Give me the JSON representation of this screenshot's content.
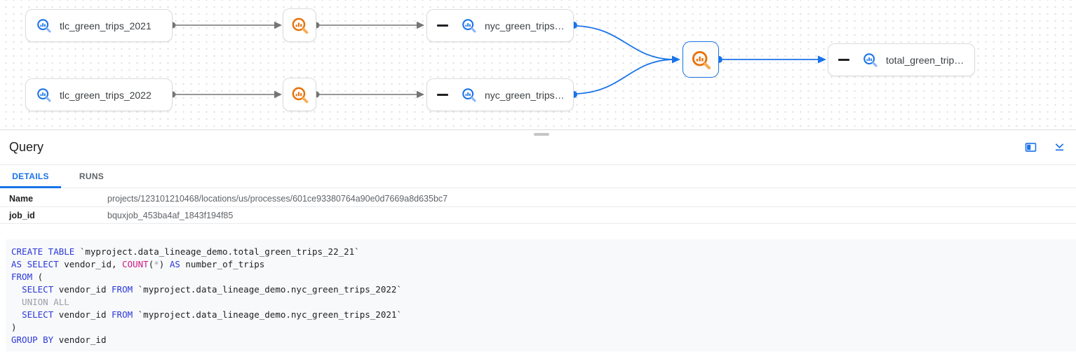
{
  "graph": {
    "node_tlc_2021": {
      "label": "tlc_green_trips_2021"
    },
    "node_tlc_2022": {
      "label": "tlc_green_trips_2022"
    },
    "node_nyc_top": {
      "label": "nyc_green_trips…"
    },
    "node_nyc_bottom": {
      "label": "nyc_green_trips…"
    },
    "node_total": {
      "label": "total_green_trip…"
    }
  },
  "panel": {
    "title": "Query",
    "tabs": [
      {
        "label": "DETAILS",
        "active": true
      },
      {
        "label": "RUNS",
        "active": false
      }
    ],
    "details": {
      "rows": [
        {
          "label": "Name",
          "value": "projects/123101210468/locations/us/processes/601ce93380764a90e0d7669a8d635bc7"
        },
        {
          "label": "job_id",
          "value": "bquxjob_453ba4af_1843f194f85"
        }
      ]
    },
    "sql": {
      "lines": [
        [
          {
            "c": "kw",
            "t": "CREATE TABLE"
          },
          {
            "c": "plain",
            "t": " `myproject.data_lineage_demo.total_green_trips_22_21`"
          }
        ],
        [
          {
            "c": "kw",
            "t": "AS SELECT"
          },
          {
            "c": "plain",
            "t": " vendor_id, "
          },
          {
            "c": "fn",
            "t": "COUNT"
          },
          {
            "c": "plain",
            "t": "("
          },
          {
            "c": "gray",
            "t": "*"
          },
          {
            "c": "plain",
            "t": ") "
          },
          {
            "c": "kw",
            "t": "AS"
          },
          {
            "c": "plain",
            "t": " number_of_trips"
          }
        ],
        [
          {
            "c": "kw",
            "t": "FROM"
          },
          {
            "c": "plain",
            "t": " ("
          }
        ],
        [
          {
            "c": "plain",
            "t": "  "
          },
          {
            "c": "kw",
            "t": "SELECT"
          },
          {
            "c": "plain",
            "t": " vendor_id "
          },
          {
            "c": "kw",
            "t": "FROM"
          },
          {
            "c": "plain",
            "t": " `myproject.data_lineage_demo.nyc_green_trips_2022`"
          }
        ],
        [
          {
            "c": "gray",
            "t": "  UNION ALL"
          }
        ],
        [
          {
            "c": "plain",
            "t": "  "
          },
          {
            "c": "kw",
            "t": "SELECT"
          },
          {
            "c": "plain",
            "t": " vendor_id "
          },
          {
            "c": "kw",
            "t": "FROM"
          },
          {
            "c": "plain",
            "t": " `myproject.data_lineage_demo.nyc_green_trips_2021`"
          }
        ],
        [
          {
            "c": "plain",
            "t": ")"
          }
        ],
        [
          {
            "c": "kw",
            "t": "GROUP BY"
          },
          {
            "c": "plain",
            "t": " vendor_id"
          }
        ]
      ]
    }
  },
  "icons": {
    "table_icon": "bigquery-table-magnifier",
    "process_icon": "bigquery-job-magnifier",
    "side_panel_icon": "open-in-side-panel",
    "collapse_icon": "collapse-panel-down"
  },
  "colors": {
    "accent_blue": "#1a73e8",
    "process_orange": "#e8710a",
    "edge_gray": "#757575",
    "sql_keyword": "#2b38d8",
    "sql_function": "#d01884",
    "sql_muted": "#9aa0a6"
  }
}
